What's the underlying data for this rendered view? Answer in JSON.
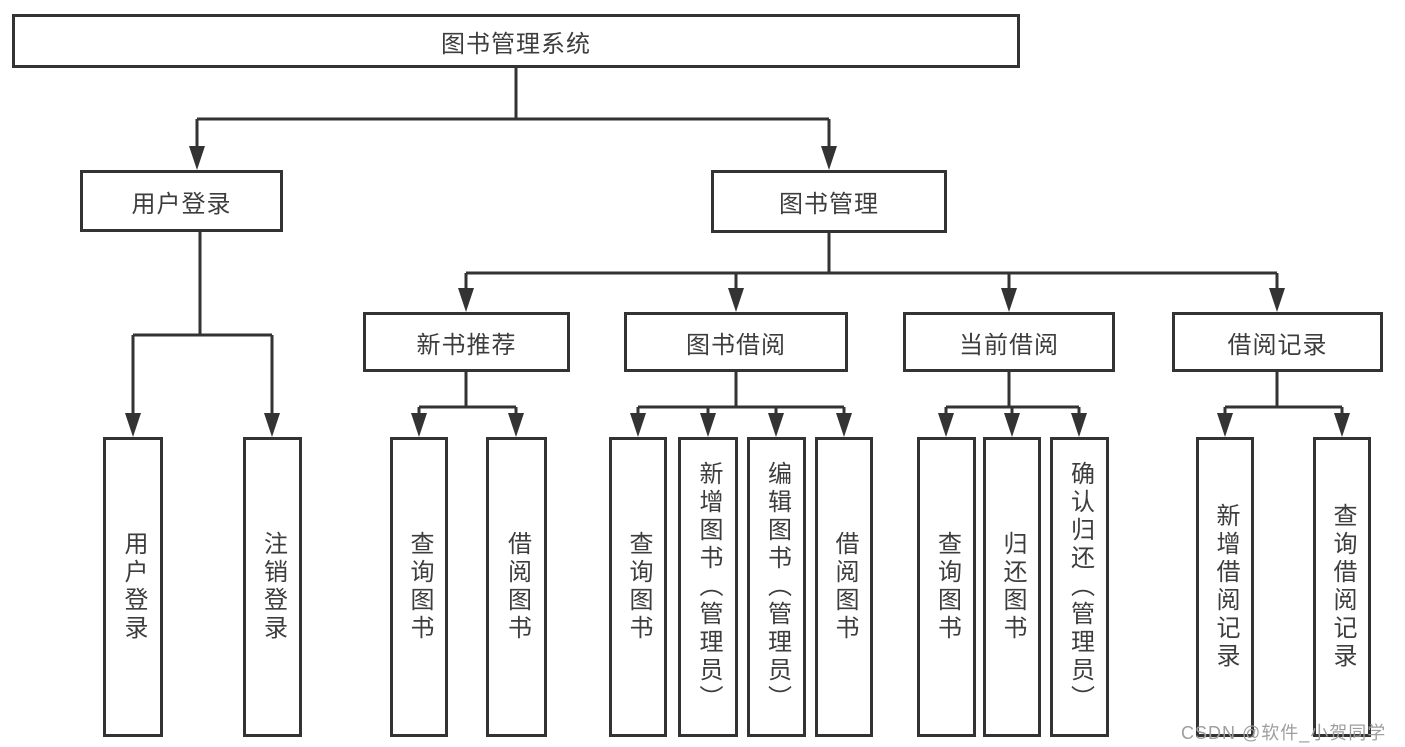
{
  "tree": {
    "root": {
      "label": "图书管理系统",
      "children": [
        {
          "label": "用户登录",
          "children": [
            {
              "label": "用户登录"
            },
            {
              "label": "注销登录"
            }
          ]
        },
        {
          "label": "图书管理",
          "children": [
            {
              "label": "新书推荐",
              "children": [
                {
                  "label": "查询图书"
                },
                {
                  "label": "借阅图书"
                }
              ]
            },
            {
              "label": "图书借阅",
              "children": [
                {
                  "label": "查询图书"
                },
                {
                  "label": "新增图书（管理员）"
                },
                {
                  "label": "编辑图书（管理员）"
                },
                {
                  "label": "借阅图书"
                }
              ]
            },
            {
              "label": "当前借阅",
              "children": [
                {
                  "label": "查询图书"
                },
                {
                  "label": "归还图书"
                },
                {
                  "label": "确认归还（管理员）"
                }
              ]
            },
            {
              "label": "借阅记录",
              "children": [
                {
                  "label": "新增借阅记录"
                },
                {
                  "label": "查询借阅记录"
                }
              ]
            }
          ]
        }
      ]
    }
  },
  "watermark": {
    "text": "CSDN @软件_小贺同学"
  },
  "colors": {
    "line": "#333333",
    "node_border": "#333333",
    "text": "#3d3d3d",
    "background": "#ffffff",
    "watermark": "#9e9e9e"
  }
}
